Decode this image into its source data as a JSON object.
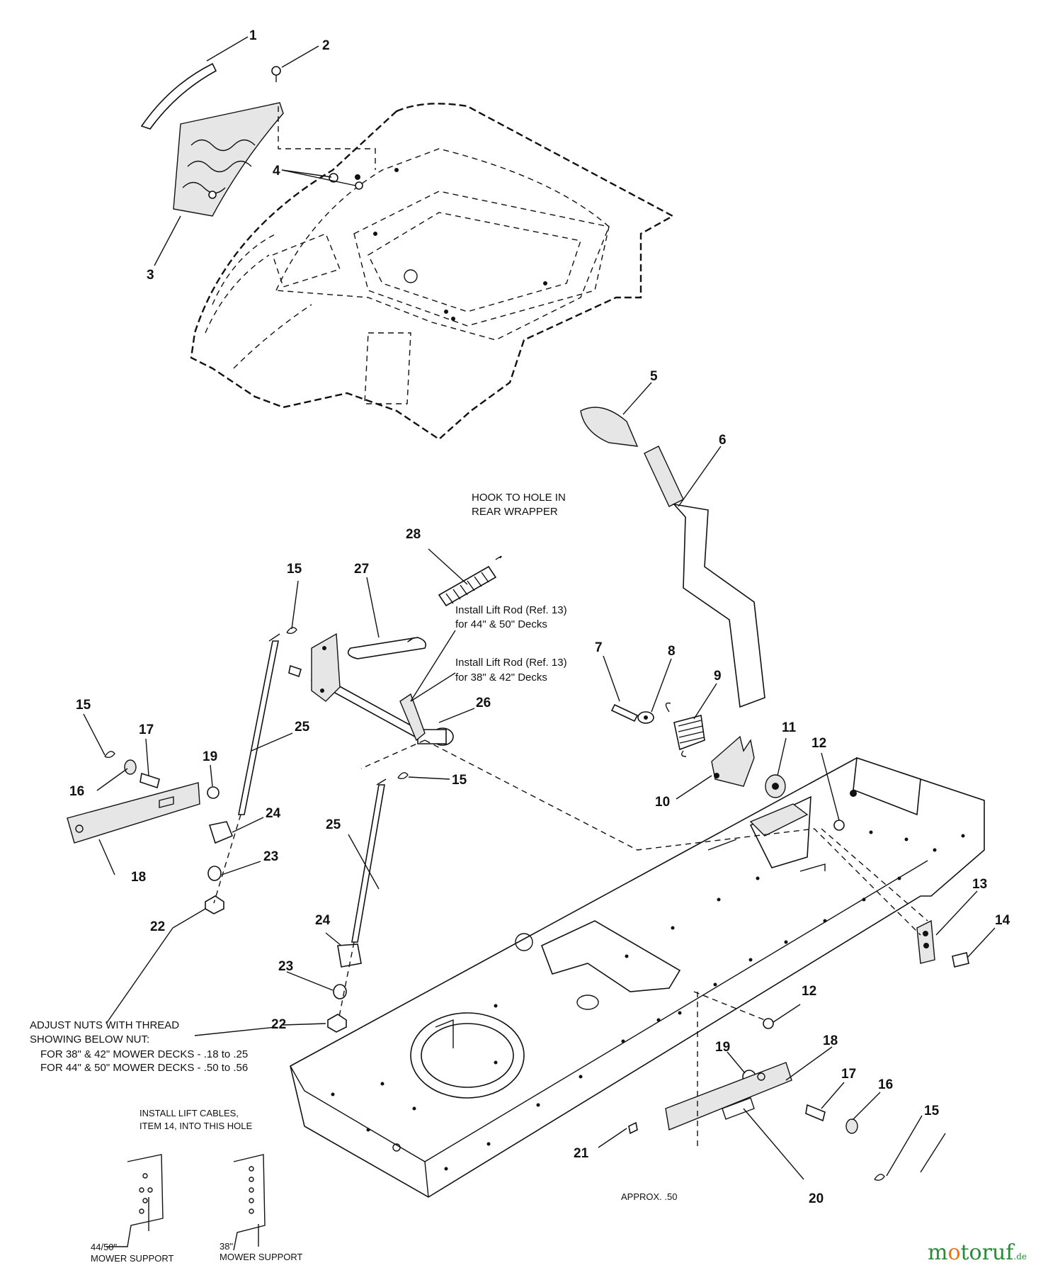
{
  "callouts": {
    "c1": "1",
    "c2": "2",
    "c3": "3",
    "c4": "4",
    "c5": "5",
    "c6": "6",
    "c7": "7",
    "c8": "8",
    "c9": "9",
    "c10": "10",
    "c11": "11",
    "c12a": "12",
    "c12b": "12",
    "c13": "13",
    "c14": "14",
    "c15a": "15",
    "c15b": "15",
    "c15c": "15",
    "c15d": "15",
    "c16a": "16",
    "c16b": "16",
    "c17a": "17",
    "c17b": "17",
    "c18a": "18",
    "c18b": "18",
    "c19a": "19",
    "c19b": "19",
    "c20": "20",
    "c21": "21",
    "c22a": "22",
    "c22b": "22",
    "c23a": "23",
    "c23b": "23",
    "c24a": "24",
    "c24b": "24",
    "c25a": "25",
    "c25b": "25",
    "c26": "26",
    "c27": "27",
    "c28": "28"
  },
  "notes": {
    "hook_line1": "HOOK TO HOLE IN",
    "hook_line2": "REAR WRAPPER",
    "lift44_line1": "Install Lift Rod (Ref. 13)",
    "lift44_line2": "for 44\" & 50\" Decks",
    "lift38_line1": "Install Lift Rod (Ref. 13)",
    "lift38_line2": "for 38\" & 42\" Decks",
    "adjust_line1": "ADJUST NUTS WITH THREAD",
    "adjust_line2": "SHOWING BELOW NUT:",
    "adjust_line3": "FOR 38\" & 42\" MOWER DECKS - .18 to .25",
    "adjust_line4": "FOR 44\" & 50\" MOWER DECKS - .50 to .56",
    "cables_line1": "INSTALL LIFT CABLES,",
    "cables_line2": "ITEM 14, INTO THIS HOLE",
    "approx": "APPROX. .50",
    "support44_line1": "44/50\"",
    "support44_line2": "MOWER SUPPORT",
    "support38_line1": "38\"",
    "support38_line2": "MOWER SUPPORT"
  },
  "watermark": {
    "brand_pre": "m",
    "brand_o": "o",
    "brand_post": "toruf",
    "brand_suffix": ".de"
  },
  "colors": {
    "line": "#111111",
    "watermark_green": "#2a8a3a",
    "watermark_orange": "#e07a1a"
  }
}
